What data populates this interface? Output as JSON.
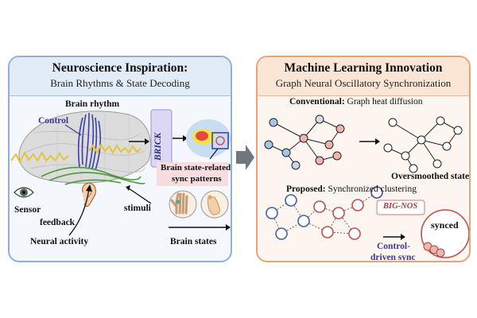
{
  "left": {
    "title": "Neuroscience Inspiration:",
    "subtitle": "Brain Rhythms & State Decoding",
    "labels": {
      "brain_rhythm": "Brain rhythm",
      "control": "Control",
      "brick": "BRICK",
      "sync_patterns_line1": "Brain state-related",
      "sync_patterns_line2": "sync patterns",
      "sensor": "Sensor",
      "feedback": "feedback",
      "stimuli": "stimuli",
      "neural_activity": "Neural activity",
      "brain_states": "Brain states"
    }
  },
  "right": {
    "title": "Machine Learning Innovation",
    "subtitle": "Graph Neural Oscillatory Synchronization",
    "conventional_label": "Conventional:",
    "conventional_text": "Graph heat diffusion",
    "oversmoothed": "Oversmoothed state",
    "proposed_label": "Proposed:",
    "proposed_text": "Synchronized clustering",
    "bignos": "BIG-NOS",
    "control_sync_line1": "Control-",
    "control_sync_line2": "driven sync",
    "synced": "synced"
  },
  "colors": {
    "left_border": "#8fb0d6",
    "right_border": "#e3a57d",
    "blue_node": "#a9c4e4",
    "red_node": "#f2b3ac",
    "control_text": "#3a3a9a",
    "arrow_gray": "#707780"
  }
}
